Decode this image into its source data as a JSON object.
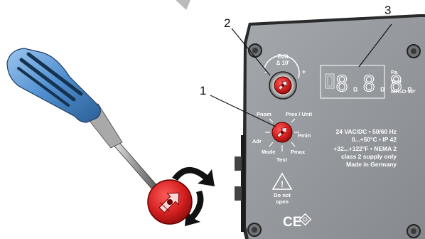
{
  "callouts": {
    "c1": "1",
    "c2": "2",
    "c3": "3"
  },
  "edit_knob": {
    "label": "Edit",
    "sub": "Δ 10'"
  },
  "display": {
    "digits": "8.8.8.",
    "units": [
      "Pa",
      "Test",
      "inH₂O·10³"
    ]
  },
  "mode_knob": {
    "labels": {
      "pnom": "Pnom",
      "pres_unit": "Pres / Unit",
      "adr": "Adr",
      "pmin": "Pmin",
      "mode": "Mode",
      "pmax": "Pmax",
      "test": "Test"
    }
  },
  "specs": [
    "24 VAC/DC • 50/60 Hz",
    "0...+50°C • IP 42",
    "+32...+122°F • NEMA 2",
    "class 2 supply only",
    "Made in Germany"
  ],
  "warning": {
    "line1": "Do not",
    "line2": "open"
  },
  "marks": {
    "ce": "CE"
  },
  "colors": {
    "panel": "#8f9398",
    "knob_red": "#d42020",
    "screwdriver_blue": "#4f8fd0",
    "arrow": "#111111"
  }
}
